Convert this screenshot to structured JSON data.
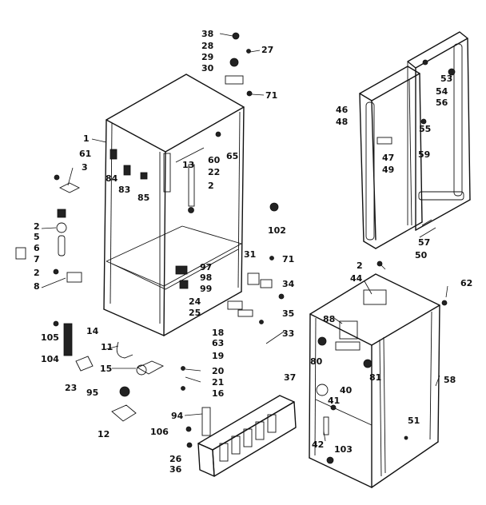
{
  "labels": {
    "l1": "1",
    "l2a": "2",
    "l2b": "2",
    "l2c": "2",
    "l2d": "2",
    "l3": "3",
    "l5": "5",
    "l6": "6",
    "l7": "7",
    "l8": "8",
    "l11": "11",
    "l12": "12",
    "l13": "13",
    "l14": "14",
    "l15": "15",
    "l16": "16",
    "l18": "18",
    "l19": "19",
    "l20": "20",
    "l21": "21",
    "l22": "22",
    "l23": "23",
    "l24": "24",
    "l25": "25",
    "l26": "26",
    "l27": "27",
    "l28": "28",
    "l29": "29",
    "l30": "30",
    "l31": "31",
    "l33": "33",
    "l34": "34",
    "l35": "35",
    "l36": "36",
    "l37": "37",
    "l38": "38",
    "l40": "40",
    "l41": "41",
    "l42": "42",
    "l44": "44",
    "l46": "46",
    "l47": "47",
    "l48": "48",
    "l49": "49",
    "l50": "50",
    "l51": "51",
    "l53": "53",
    "l54": "54",
    "l55": "55",
    "l56": "56",
    "l57": "57",
    "l58": "58",
    "l59": "59",
    "l60": "60",
    "l61": "61",
    "l62": "62",
    "l63": "63",
    "l65": "65",
    "l71a": "71",
    "l71b": "71",
    "l80": "80",
    "l81": "81",
    "l83": "83",
    "l84": "84",
    "l85": "85",
    "l88": "88",
    "l94": "94",
    "l95": "95",
    "l97": "97",
    "l98": "98",
    "l99": "99",
    "l102": "102",
    "l103": "103",
    "l104": "104",
    "l105": "105",
    "l106": "106"
  }
}
